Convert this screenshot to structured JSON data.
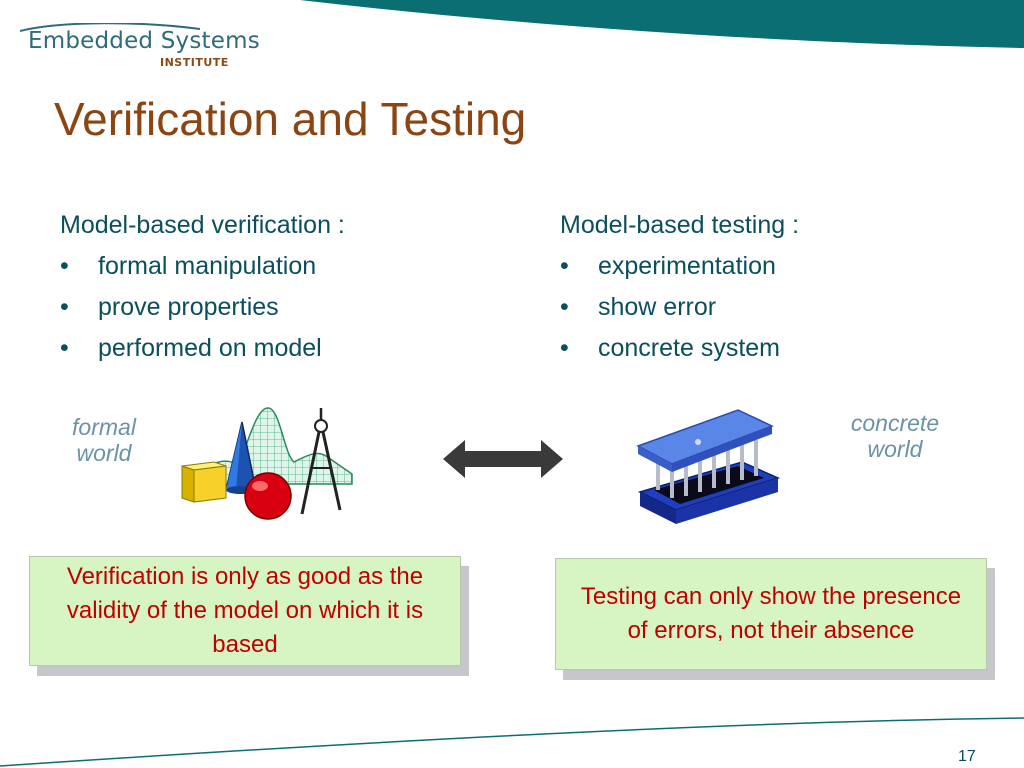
{
  "logo": {
    "name": "Embedded Systems",
    "sub": "INSTITUTE"
  },
  "slide": {
    "title": "Verification and Testing",
    "page_number": "17"
  },
  "left_column": {
    "heading": "Model-based verification :",
    "bullets": [
      "formal manipulation",
      "prove properties",
      "performed on model"
    ]
  },
  "right_column": {
    "heading": "Model-based testing :",
    "bullets": [
      "experimentation",
      "show error",
      "concrete system"
    ]
  },
  "labels": {
    "formal_line1": "formal",
    "formal_line2": "world",
    "concrete_line1": "concrete",
    "concrete_line2": "world"
  },
  "notes": {
    "left": "Verification is only as good as the validity of the model on which it is based",
    "right": "Testing can only show the presence of errors, not their absence"
  },
  "icons": [
    "geometry-shapes-icon",
    "double-arrow-icon",
    "microchip-icon"
  ],
  "colors": {
    "header_teal": "#0a6e72",
    "title": "#8b4513",
    "body_text": "#0b4f5c",
    "note_bg": "#d7f5c2",
    "note_text": "#c00000"
  }
}
